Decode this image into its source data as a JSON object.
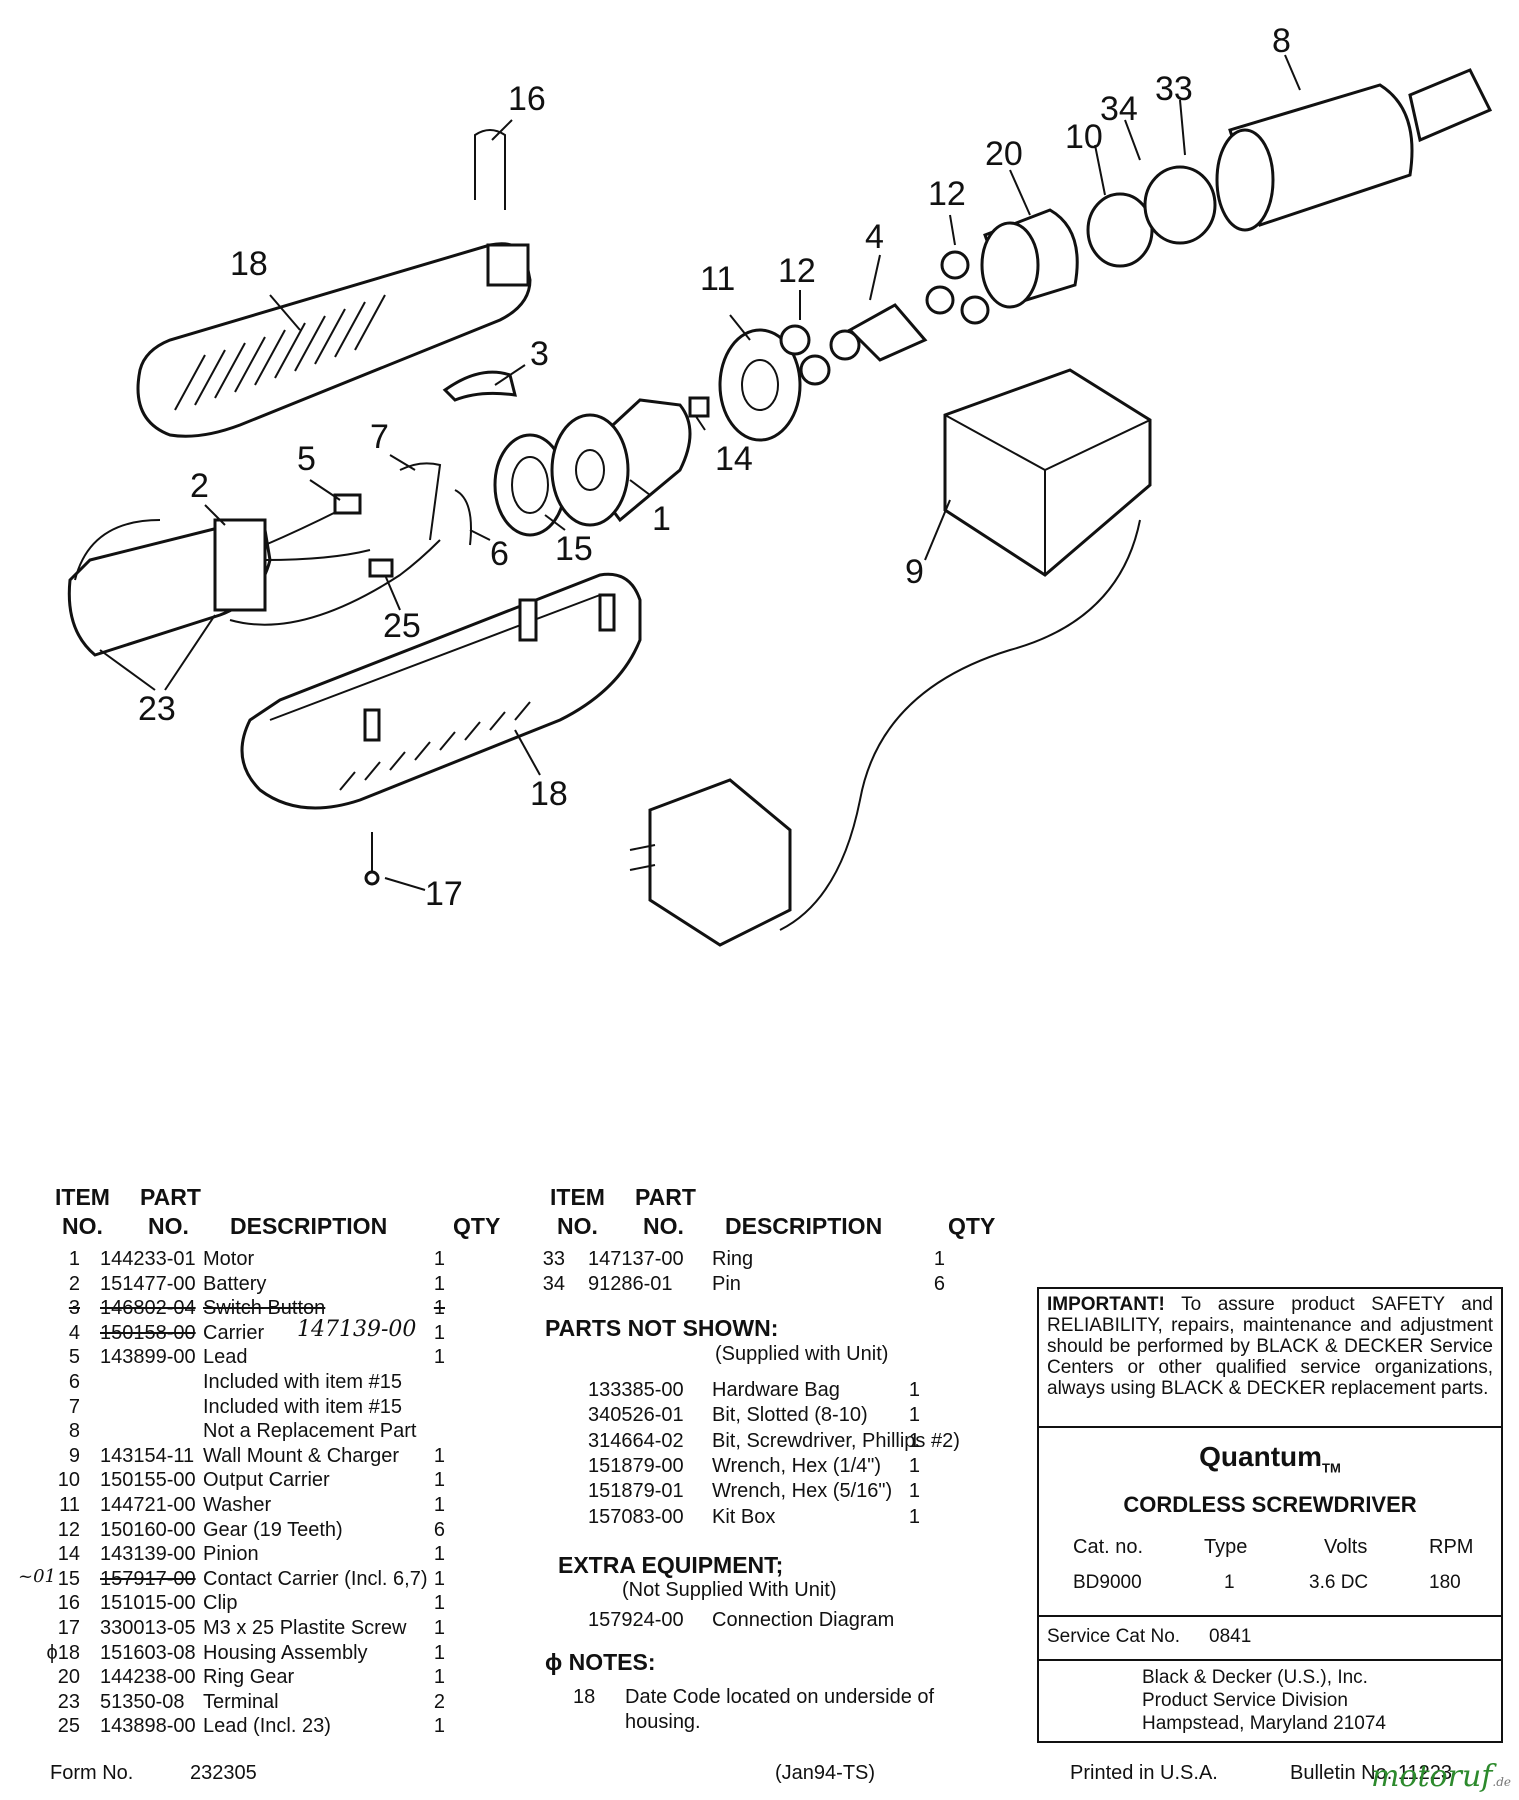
{
  "callouts": {
    "c1": "1",
    "c2": "2",
    "c3": "3",
    "c4": "4",
    "c5": "5",
    "c6": "6",
    "c7": "7",
    "c8": "8",
    "c9": "9",
    "c10": "10",
    "c11": "11",
    "c12a": "12",
    "c12b": "12",
    "c14": "14",
    "c15": "15",
    "c16": "16",
    "c17": "17",
    "c18a": "18",
    "c18b": "18",
    "c20": "20",
    "c23": "23",
    "c25": "25",
    "c33": "33",
    "c34": "34"
  },
  "left_table": {
    "header": {
      "item": "ITEM",
      "no1": "NO.",
      "part": "PART",
      "no2": "NO.",
      "desc": "DESCRIPTION",
      "qty": "QTY"
    },
    "rows": [
      {
        "no": "1",
        "part": "144233-01",
        "desc": "Motor",
        "qty": "1"
      },
      {
        "no": "2",
        "part": "151477-00",
        "desc": "Battery",
        "qty": "1"
      },
      {
        "no": "3",
        "part": "146802-04",
        "desc": "Switch Button",
        "qty": "1"
      },
      {
        "no": "4",
        "part": "150158-00",
        "desc": "Carrier",
        "qty": "1",
        "handwritten": "147139-00"
      },
      {
        "no": "5",
        "part": "143899-00",
        "desc": "Lead",
        "qty": "1"
      },
      {
        "no": "6",
        "part": "",
        "desc": "Included with item #15",
        "qty": ""
      },
      {
        "no": "7",
        "part": "",
        "desc": "Included with item #15",
        "qty": ""
      },
      {
        "no": "8",
        "part": "",
        "desc": "Not a Replacement Part",
        "qty": ""
      },
      {
        "no": "9",
        "part": "143154-11",
        "desc": "Wall Mount & Charger",
        "qty": "1"
      },
      {
        "no": "10",
        "part": "150155-00",
        "desc": "Output Carrier",
        "qty": "1"
      },
      {
        "no": "11",
        "part": "144721-00",
        "desc": "Washer",
        "qty": "1"
      },
      {
        "no": "12",
        "part": "150160-00",
        "desc": "Gear (19 Teeth)",
        "qty": "6"
      },
      {
        "no": "14",
        "part": "143139-00",
        "desc": "Pinion",
        "qty": "1"
      },
      {
        "no": "15",
        "part": "157917-00",
        "desc": "Contact Carrier (Incl. 6,7)",
        "qty": "1",
        "mark": "~01"
      },
      {
        "no": "16",
        "part": "151015-00",
        "desc": "Clip",
        "qty": "1"
      },
      {
        "no": "17",
        "part": "330013-05",
        "desc": "M3 x 25 Plastite Screw",
        "qty": "1"
      },
      {
        "no": "ϕ18",
        "part": "151603-08",
        "desc": "Housing Assembly",
        "qty": "1"
      },
      {
        "no": "20",
        "part": "144238-00",
        "desc": "Ring Gear",
        "qty": "1"
      },
      {
        "no": "23",
        "part": "51350-08",
        "desc": "Terminal",
        "qty": "2"
      },
      {
        "no": "25",
        "part": "143898-00",
        "desc": "Lead (Incl. 23)",
        "qty": "1"
      }
    ]
  },
  "right_table": {
    "header": {
      "item": "ITEM",
      "no1": "NO.",
      "part": "PART",
      "no2": "NO.",
      "desc": "DESCRIPTION",
      "qty": "QTY"
    },
    "rows": [
      {
        "no": "33",
        "part": "147137-00",
        "desc": "Ring",
        "qty": "1"
      },
      {
        "no": "34",
        "part": "91286-01",
        "desc": "Pin",
        "qty": "6"
      }
    ]
  },
  "parts_not_shown": {
    "title": "PARTS NOT SHOWN:",
    "subtitle": "(Supplied with Unit)",
    "rows": [
      {
        "part": "133385-00",
        "desc": "Hardware Bag",
        "qty": "1"
      },
      {
        "part": "340526-01",
        "desc": "Bit, Slotted (8-10)",
        "qty": "1"
      },
      {
        "part": "314664-02",
        "desc": "Bit, Screwdriver, Phillips #2)",
        "qty": "1"
      },
      {
        "part": "151879-00",
        "desc": "Wrench, Hex (1/4\")",
        "qty": "1"
      },
      {
        "part": "151879-01",
        "desc": "Wrench, Hex (5/16\")",
        "qty": "1"
      },
      {
        "part": "157083-00",
        "desc": "Kit Box",
        "qty": "1"
      }
    ]
  },
  "extra_equipment": {
    "title": "EXTRA EQUIPMENT;",
    "subtitle": "(Not Supplied With Unit)",
    "rows": [
      {
        "part": "157924-00",
        "desc": "Connection Diagram"
      }
    ]
  },
  "notes": {
    "title": "ϕ NOTES:",
    "item": "18",
    "line1": "Date Code located on underside of",
    "line2": "housing."
  },
  "important": {
    "lead": "IMPORTANT!",
    "text": "To assure product SAFETY and RELIABILITY, repairs, maintenance and adjustment should be performed by BLACK & DECKER Service Centers or other qualified service organizations, always using BLACK & DECKER replacement parts."
  },
  "product": {
    "brand": "Quantum",
    "tm": "TM",
    "name": "CORDLESS SCREWDRIVER",
    "labels": {
      "cat": "Cat. no.",
      "type": "Type",
      "volts": "Volts",
      "rpm": "RPM"
    },
    "values": {
      "cat": "BD9000",
      "type": "1",
      "volts": "3.6 DC",
      "rpm": "180"
    },
    "service_label": "Service Cat No.",
    "service_value": "0841",
    "address": [
      "Black & Decker (U.S.), Inc.",
      "Product Service Division",
      "Hampstead, Maryland 21074"
    ]
  },
  "footer": {
    "form_label": "Form No.",
    "form_value": "232305",
    "date": "(Jan94-TS)",
    "printed": "Printed in U.S.A.",
    "bulletin": "Bulletin No. 11223"
  },
  "watermark": {
    "text": "motoruf",
    "suffix": ".de"
  }
}
